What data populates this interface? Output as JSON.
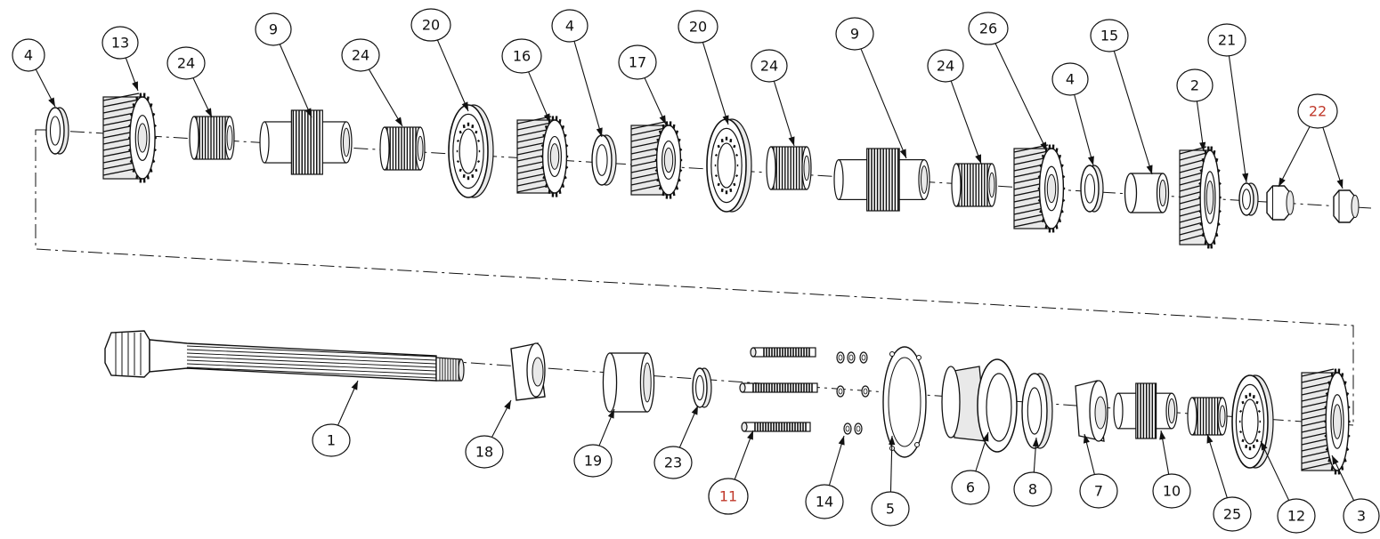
{
  "diagram": {
    "colors": {
      "ink": "#111111",
      "red": "#c0392b",
      "paper": "#ffffff",
      "shade": "#e9e9e9"
    },
    "callouts_top": [
      {
        "label": "4",
        "part": "thrust-washer"
      },
      {
        "label": "13",
        "part": "helical-gear"
      },
      {
        "label": "24",
        "part": "needle-bearing"
      },
      {
        "label": "9",
        "part": "gear-hub"
      },
      {
        "label": "24",
        "part": "needle-bearing"
      },
      {
        "label": "20",
        "part": "synchro-ring"
      },
      {
        "label": "16",
        "part": "helical-gear"
      },
      {
        "label": "4",
        "part": "thrust-washer"
      },
      {
        "label": "17",
        "part": "helical-gear"
      },
      {
        "label": "20",
        "part": "synchro-ring"
      },
      {
        "label": "24",
        "part": "needle-bearing"
      },
      {
        "label": "9",
        "part": "gear-hub"
      },
      {
        "label": "24",
        "part": "needle-bearing"
      },
      {
        "label": "26",
        "part": "helical-gear"
      },
      {
        "label": "4",
        "part": "thrust-washer"
      },
      {
        "label": "15",
        "part": "bushing"
      },
      {
        "label": "2",
        "part": "helical-gear"
      },
      {
        "label": "21",
        "part": "washer"
      },
      {
        "label": "22",
        "part": "nut",
        "highlight": true
      }
    ],
    "callouts_bottom": [
      {
        "label": "1",
        "part": "mainshaft"
      },
      {
        "label": "18",
        "part": "bearing-cone"
      },
      {
        "label": "19",
        "part": "bearing-cup"
      },
      {
        "label": "23",
        "part": "spacer-ring"
      },
      {
        "label": "11",
        "part": "pin-set",
        "highlight": true
      },
      {
        "label": "14",
        "part": "ball-set"
      },
      {
        "label": "5",
        "part": "shim-plate"
      },
      {
        "label": "6",
        "part": "bearing-housing"
      },
      {
        "label": "8",
        "part": "snap-ring"
      },
      {
        "label": "7",
        "part": "bearing-cone"
      },
      {
        "label": "10",
        "part": "gear-hub"
      },
      {
        "label": "25",
        "part": "needle-bearing"
      },
      {
        "label": "12",
        "part": "synchro-ring"
      },
      {
        "label": "3",
        "part": "helical-gear"
      }
    ]
  }
}
